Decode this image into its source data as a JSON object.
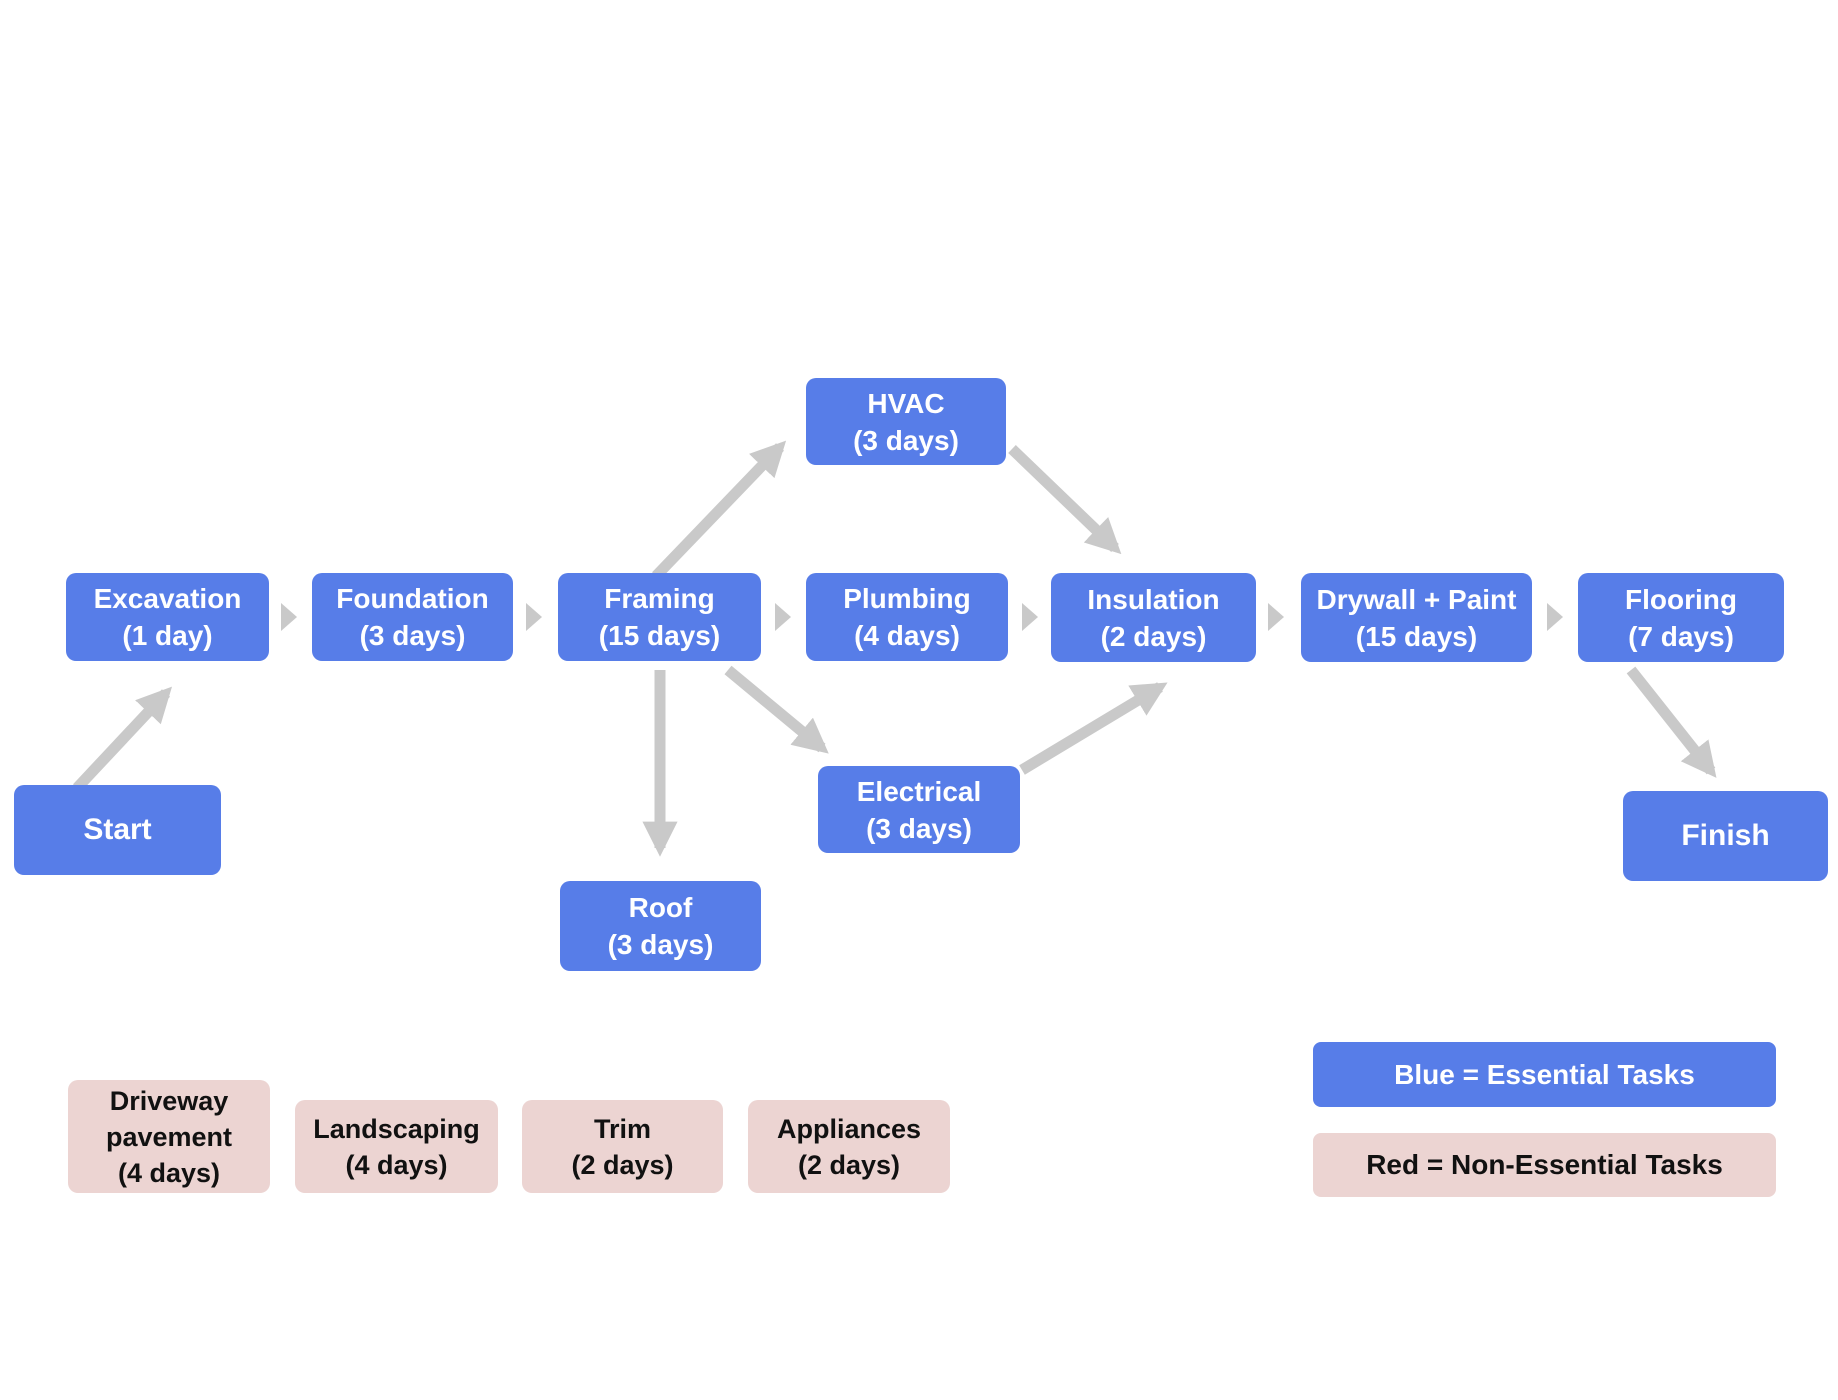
{
  "colors": {
    "essential": "#577DE8",
    "nonessential": "#ECD4D2",
    "arrow": "#C9C9C9",
    "text_on_blue": "#FFFFFF",
    "text_on_red": "#111111"
  },
  "nodes": {
    "start": {
      "label": "Start"
    },
    "excavation": {
      "label": "Excavation",
      "duration": "(1 day)"
    },
    "foundation": {
      "label": "Foundation",
      "duration": "(3 days)"
    },
    "framing": {
      "label": "Framing",
      "duration": "(15 days)"
    },
    "hvac": {
      "label": "HVAC",
      "duration": "(3 days)"
    },
    "plumbing": {
      "label": "Plumbing",
      "duration": "(4 days)"
    },
    "electrical": {
      "label": "Electrical",
      "duration": "(3 days)"
    },
    "roof": {
      "label": "Roof",
      "duration": "(3 days)"
    },
    "insulation": {
      "label": "Insulation",
      "duration": "(2 days)"
    },
    "drywall": {
      "label": "Drywall + Paint",
      "duration": "(15 days)"
    },
    "flooring": {
      "label": "Flooring",
      "duration": "(7 days)"
    },
    "finish": {
      "label": "Finish"
    }
  },
  "non_essential_tasks": {
    "driveway": {
      "label": "Driveway pavement",
      "duration": "(4 days)"
    },
    "landscaping": {
      "label": "Landscaping",
      "duration": "(4 days)"
    },
    "trim": {
      "label": "Trim",
      "duration": "(2 days)"
    },
    "appliances": {
      "label": "Appliances",
      "duration": "(2 days)"
    }
  },
  "legend": {
    "blue": "Blue = Essential Tasks",
    "red": "Red = Non-Essential Tasks"
  },
  "edges": [
    [
      "Start",
      "Excavation"
    ],
    [
      "Excavation",
      "Foundation"
    ],
    [
      "Foundation",
      "Framing"
    ],
    [
      "Framing",
      "HVAC"
    ],
    [
      "Framing",
      "Plumbing"
    ],
    [
      "Framing",
      "Electrical"
    ],
    [
      "Framing",
      "Roof"
    ],
    [
      "HVAC",
      "Insulation"
    ],
    [
      "Plumbing",
      "Insulation"
    ],
    [
      "Electrical",
      "Insulation"
    ],
    [
      "Insulation",
      "Drywall + Paint"
    ],
    [
      "Drywall + Paint",
      "Flooring"
    ],
    [
      "Flooring",
      "Finish"
    ]
  ]
}
